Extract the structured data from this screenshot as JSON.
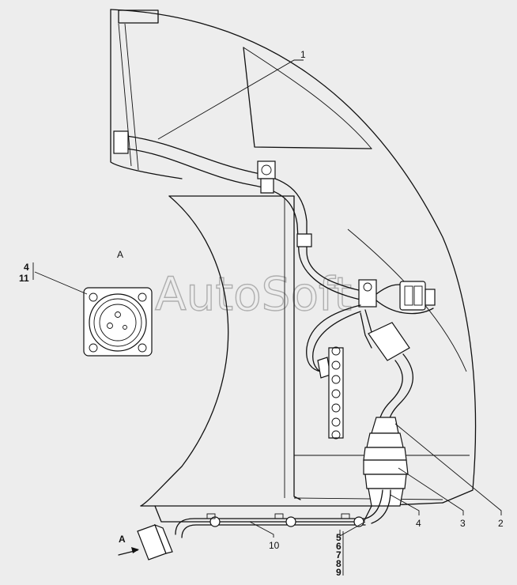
{
  "watermark": "AutoSoft",
  "view_label": "A",
  "arrow_label": "A",
  "callouts": {
    "c1": "1",
    "c2": "2",
    "c3": "3",
    "c4": "4",
    "c10": "10",
    "stack_top": [
      "4",
      "11"
    ],
    "stack_bottom": [
      "5",
      "6",
      "7",
      "8",
      "9"
    ]
  }
}
